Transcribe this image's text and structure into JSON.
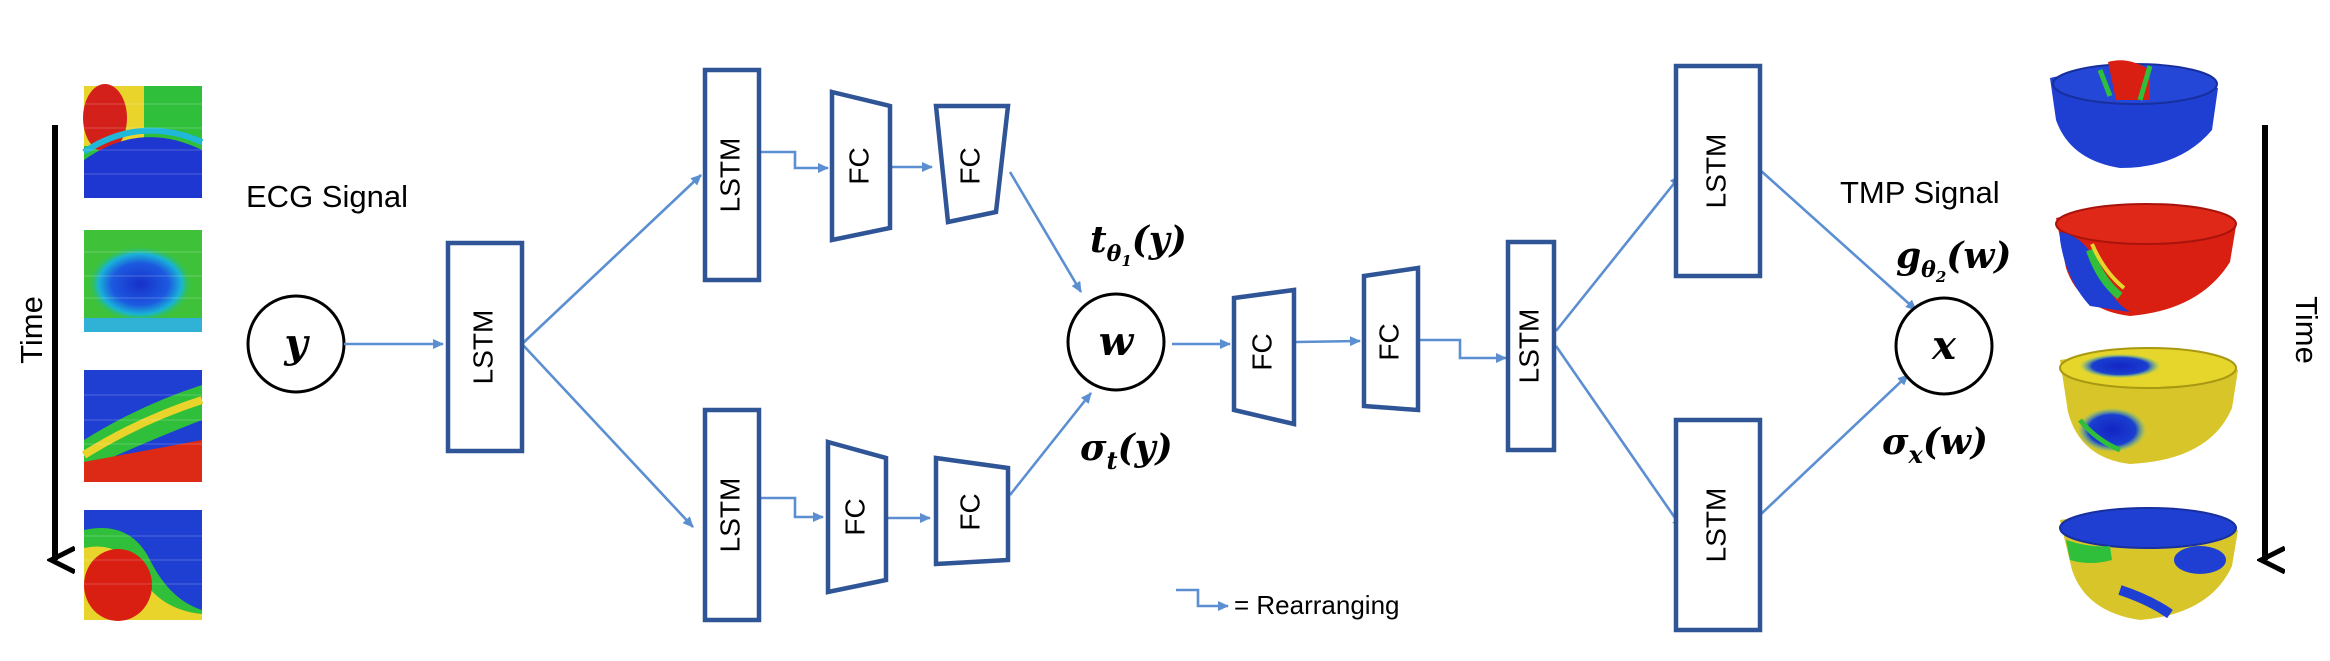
{
  "labels": {
    "time_left": "Time",
    "time_right": "Time",
    "ecg_signal": "ECG Signal",
    "tmp_signal": "TMP Signal",
    "rearranging": "= Rearranging"
  },
  "blocks": {
    "lstm": "LSTM",
    "fc": "FC"
  },
  "nodes": {
    "y": "y",
    "w": "w",
    "x": "x"
  },
  "math": {
    "t_theta1_y": {
      "base": "t",
      "sub": "θ",
      "subsub": "1",
      "arg": "(y)"
    },
    "sigma_t_y": {
      "base": "σ",
      "sub": "t",
      "arg": "(y)"
    },
    "g_theta2_w": {
      "base": "g",
      "sub": "θ",
      "subsub": "2",
      "arg": "(w)"
    },
    "sigma_x_w": {
      "base": "σ",
      "sub": "x",
      "arg": "(w)"
    }
  },
  "colors": {
    "block_border": "#2f5597",
    "arrow": "#5b8fd1",
    "heatmap_blue": "#1a3fd0",
    "heatmap_red": "#e01e10",
    "heatmap_green": "#2fbf3a",
    "heatmap_yellow": "#e6d52a"
  }
}
